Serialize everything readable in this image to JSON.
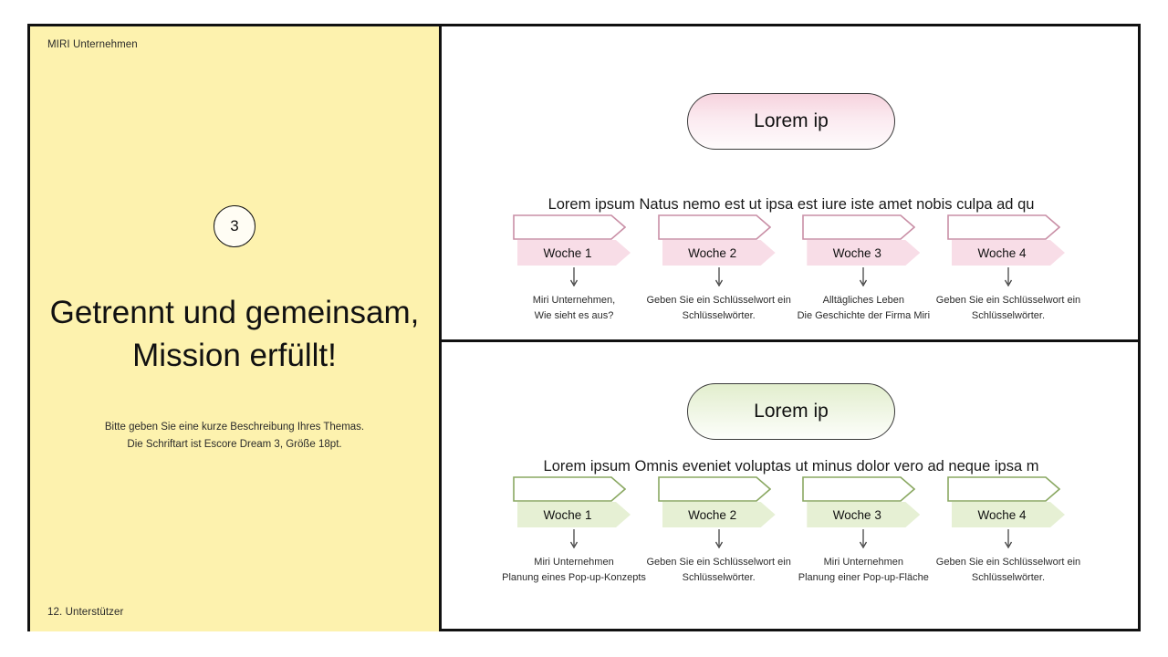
{
  "colors": {
    "panel_yellow": "#fdf2ae",
    "pink_fill": "#f8dde7",
    "pink_border": "#c98fa6",
    "green_fill": "#e6f0d4",
    "green_border": "#8aa862",
    "frame": "#111111"
  },
  "left_panel": {
    "label": "MIRI Unternehmen",
    "step_number": "3",
    "title_line1": "Getrennt und gemeinsam,",
    "title_line2": "Mission erfüllt!",
    "desc_line1": "Bitte geben Sie eine kurze Beschreibung Ihres Themas.",
    "desc_line2": "Die Schriftart ist Escore Dream 3, Größe 18pt.",
    "footer": "12. Unterstützer"
  },
  "sections": [
    {
      "id": "pink",
      "pill_label": "Lorem ip",
      "subtitle": "Lorem ipsum Natus nemo est ut ipsa est iure iste amet nobis culpa ad qu",
      "weeks": [
        {
          "label": "Woche 1",
          "desc_line1": "Miri Unternehmen,",
          "desc_line2": "Wie sieht es aus?"
        },
        {
          "label": "Woche 2",
          "desc_line1": "Geben Sie ein Schlüsselwort ein",
          "desc_line2": "Schlüsselwörter."
        },
        {
          "label": "Woche 3",
          "desc_line1": "Alltägliches Leben",
          "desc_line2": "Die Geschichte der Firma Miri"
        },
        {
          "label": "Woche 4",
          "desc_line1": "Geben Sie ein Schlüsselwort ein",
          "desc_line2": "Schlüsselwörter."
        }
      ]
    },
    {
      "id": "green",
      "pill_label": "Lorem ip",
      "subtitle": "Lorem ipsum Omnis eveniet voluptas ut minus dolor vero ad neque ipsa m",
      "weeks": [
        {
          "label": "Woche 1",
          "desc_line1": "Miri Unternehmen",
          "desc_line2": "Planung eines Pop-up-Konzepts"
        },
        {
          "label": "Woche 2",
          "desc_line1": "Geben Sie ein Schlüsselwort ein",
          "desc_line2": "Schlüsselwörter."
        },
        {
          "label": "Woche 3",
          "desc_line1": "Miri Unternehmen",
          "desc_line2": "Planung einer Pop-up-Fläche"
        },
        {
          "label": "Woche 4",
          "desc_line1": "Geben Sie ein Schlüsselwort ein",
          "desc_line2": "Schlüsselwörter."
        }
      ]
    }
  ]
}
